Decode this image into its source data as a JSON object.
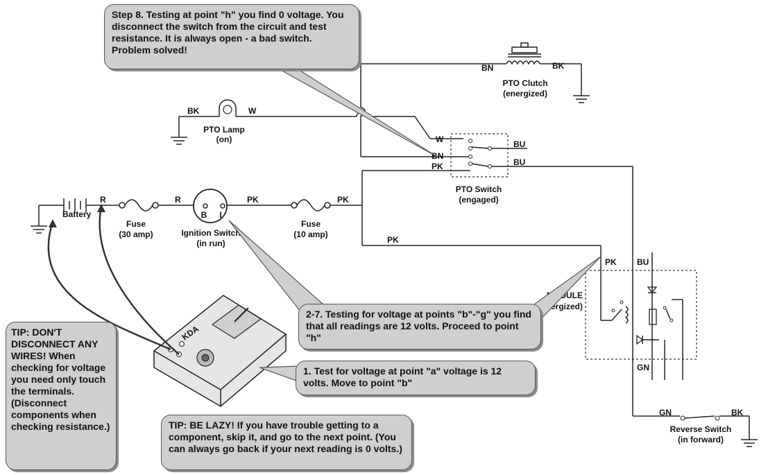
{
  "callouts": {
    "step8": "Step 8. Testing at point \"h\" you find 0 voltage. You disconnect the switch from the circuit and test resistance. It is always open - a bad switch. Problem solved!",
    "steps2_7": "2-7. Testing for voltage at points \"b\"-\"g\" you find that all readings are 12 volts. Proceed to point \"h\"",
    "step1": "1. Test for voltage at point \"a\" voltage is 12 volts. Move to point \"b\"",
    "tip_wires": "TIP: DON'T DISCONNECT ANY WIRES! When checking for voltage you need only touch the terminals. (Disconnect components when checking resistance.)",
    "tip_lazy": "TIP: BE LAZY! If you have trouble getting to a component, skip it, and go to the next point. (You can always go back if your next reading is 0 volts.)"
  },
  "components": {
    "pto_clutch": [
      "PTO Clutch",
      "(energized)"
    ],
    "pto_lamp": [
      "PTO Lamp",
      "(on)"
    ],
    "pto_switch": [
      "PTO Switch",
      "(engaged)"
    ],
    "battery": "Battery",
    "fuse30": [
      "Fuse",
      "(30 amp)"
    ],
    "ignition": [
      "Ignition Switch",
      "(in run)"
    ],
    "ignition_terminals": [
      "B",
      "I"
    ],
    "fuse10": [
      "Fuse",
      "(10 amp)"
    ],
    "module": [
      "MODULE",
      "(energized)"
    ],
    "reverse": [
      "Reverse Switch",
      "(in forward)"
    ],
    "meter_brand": "KDA"
  },
  "wires": {
    "bn": "BN",
    "bk": "BK",
    "w": "W",
    "pk": "PK",
    "bu": "BU",
    "gn": "GN",
    "r": "R"
  }
}
